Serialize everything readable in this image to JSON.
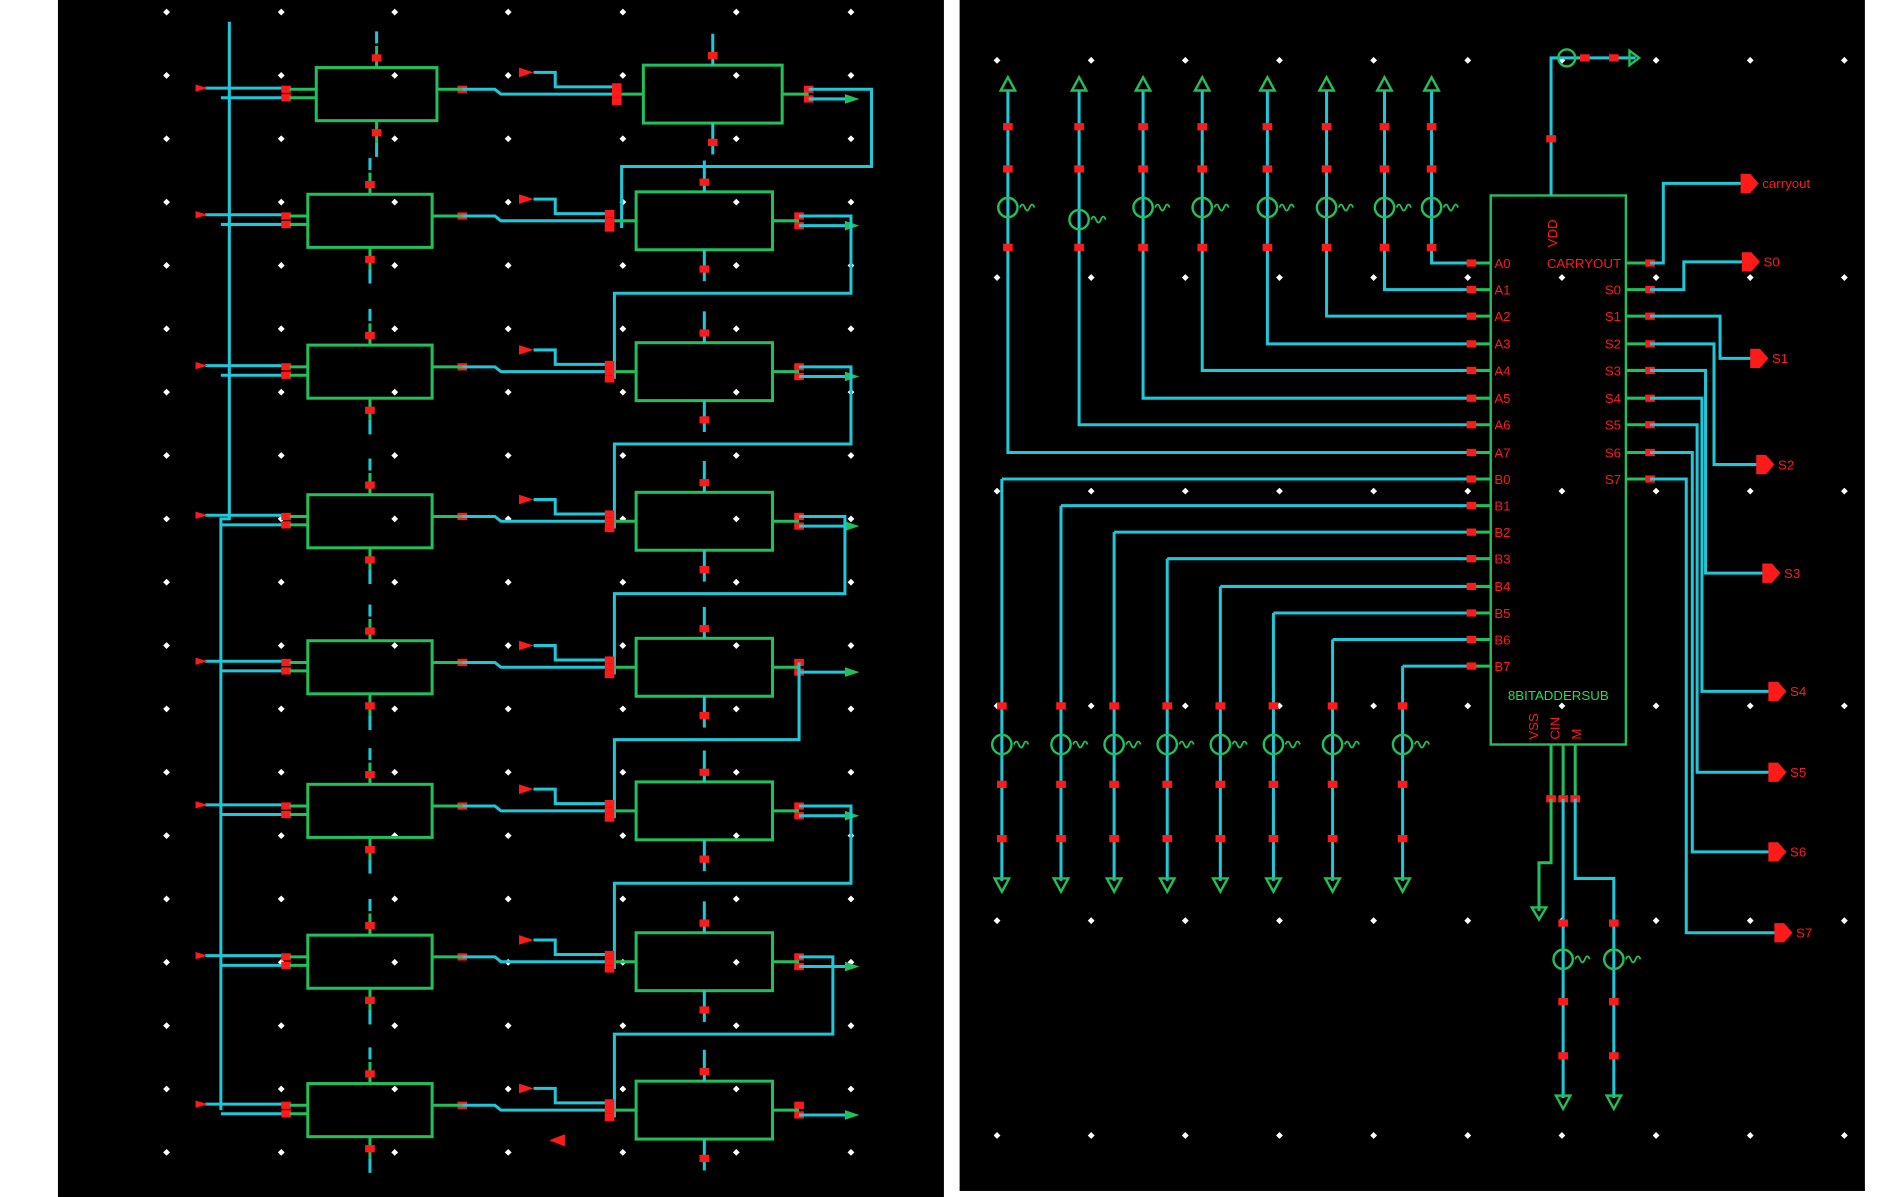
{
  "colors": {
    "background": "#000000",
    "wire": "#1ec8d8",
    "symbol": "#22c05a",
    "pin": "#ff1a1a",
    "grid": "#ffffff"
  },
  "left_schematic": {
    "rows": 8
  },
  "right_schematic": {
    "block_name": "8BITADDERSUB",
    "top_pin": "VDD",
    "left_pins": [
      "A0",
      "A1",
      "A2",
      "A3",
      "A4",
      "A5",
      "A6",
      "A7",
      "B0",
      "B1",
      "B2",
      "B3",
      "B4",
      "B5",
      "B6",
      "B7"
    ],
    "right_pins": [
      "CARRYOUT",
      "S0",
      "S1",
      "S2",
      "S3",
      "S4",
      "S5",
      "S6",
      "S7"
    ],
    "bottom_pins": [
      "VSS",
      "CIN",
      "M"
    ],
    "outputs": [
      "carryout",
      "S0",
      "S1",
      "S2",
      "S3",
      "S4",
      "S5",
      "S6",
      "S7"
    ]
  }
}
